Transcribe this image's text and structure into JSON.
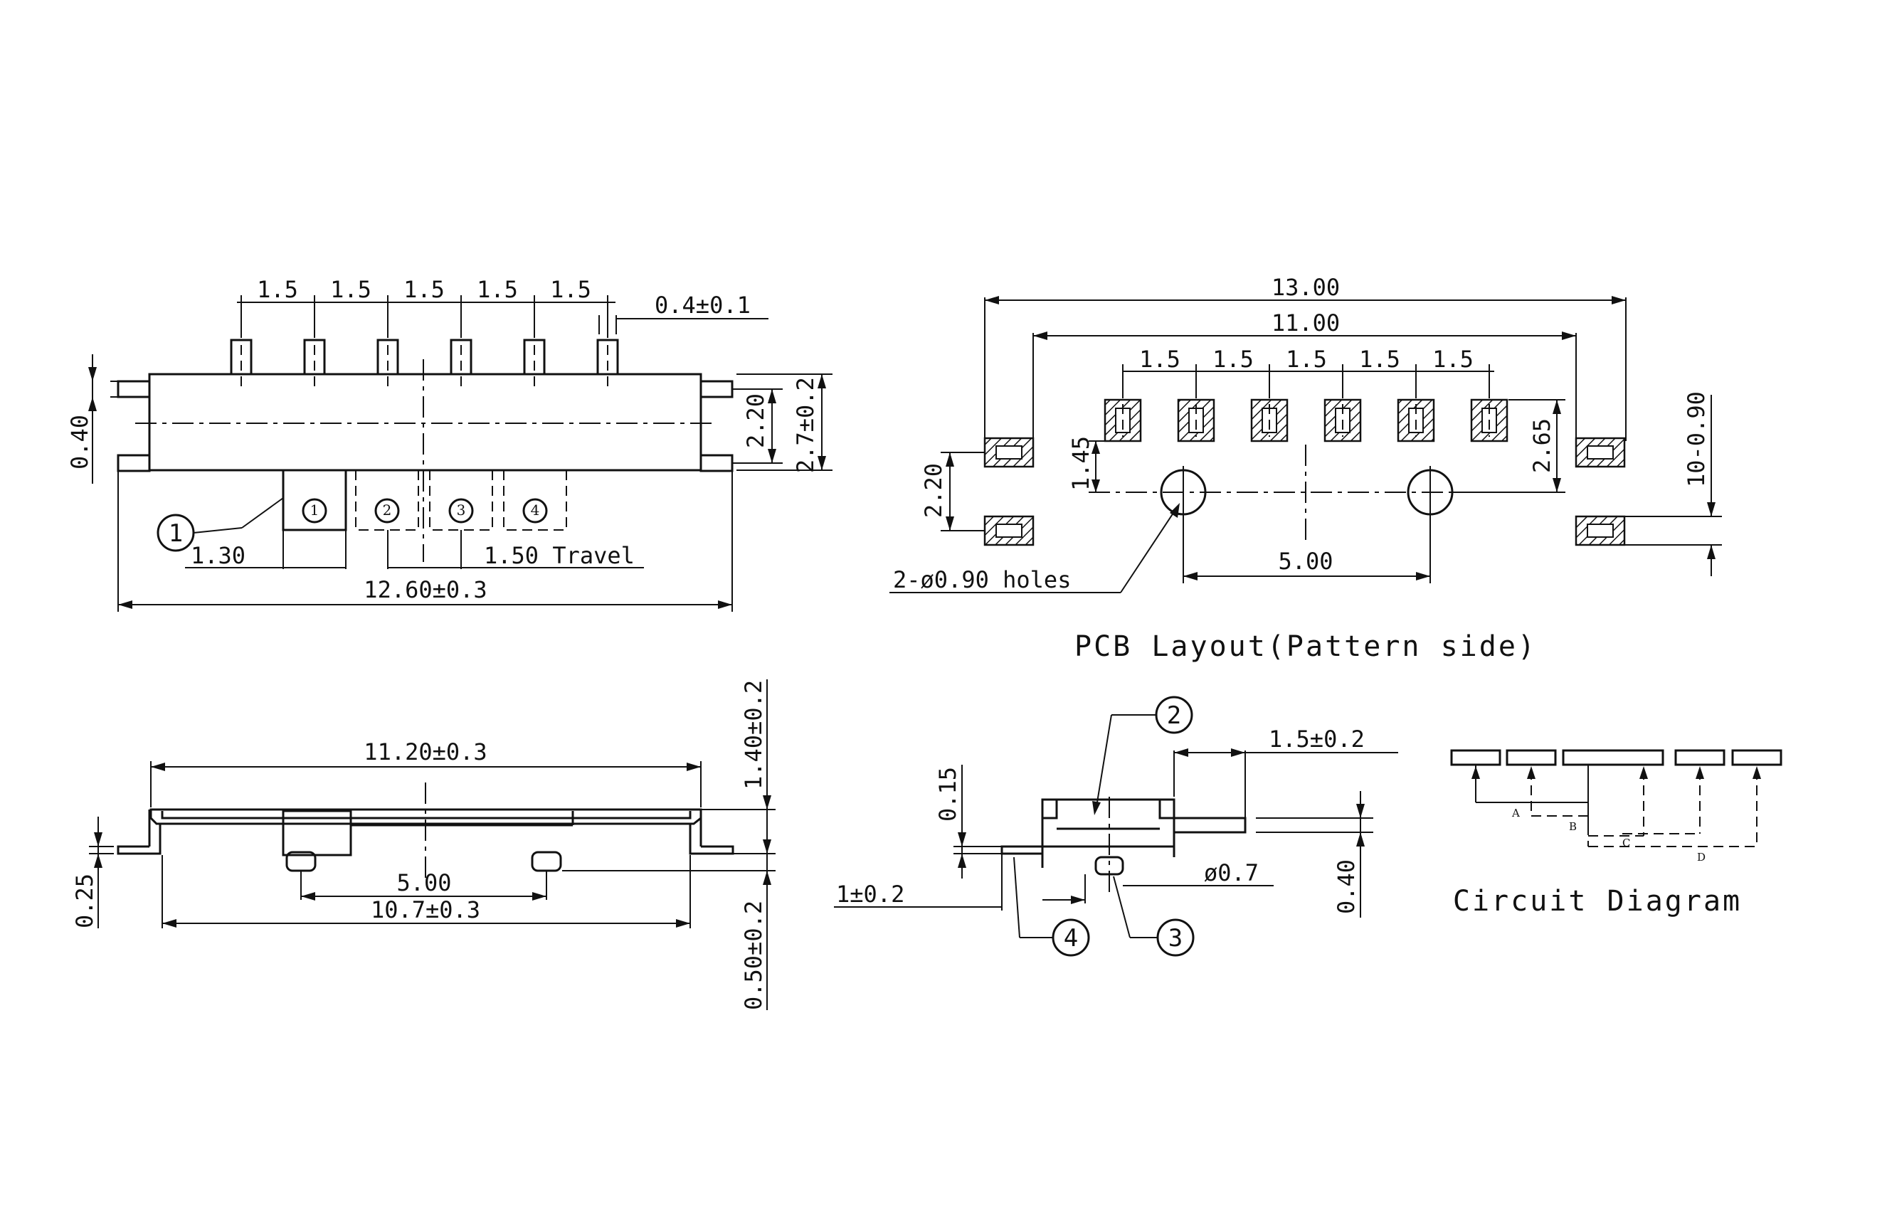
{
  "top_view": {
    "pitch_labels": [
      "1.5",
      "1.5",
      "1.5",
      "1.5",
      "1.5"
    ],
    "pin_width": "0.4±0.1",
    "left_offset": "0.40",
    "inner_height": "2.20",
    "outer_height": "2.7±0.2",
    "positions": [
      "1",
      "2",
      "3",
      "4"
    ],
    "first_offset": "1.30",
    "travel": "1.50 Travel",
    "overall_length": "12.60±0.3"
  },
  "pcb_layout": {
    "outer_span": "13.00",
    "inner_span": "11.00",
    "pitch_labels": [
      "1.5",
      "1.5",
      "1.5",
      "1.5",
      "1.5"
    ],
    "pad_row_offset": "1.45",
    "row_spacing": "2.20",
    "pad_height": "2.65",
    "right_dim": "10-0.90",
    "holes": "2-ø0.90 holes",
    "hole_spacing": "5.00",
    "title": "PCB Layout(Pattern side)"
  },
  "side_view": {
    "body_length": "11.20±0.3",
    "total_height": "1.40±0.2",
    "lead_height": "0.25",
    "post_spacing": "5.00",
    "lead_span": "10.7±0.3",
    "bottom_height": "0.50±0.2"
  },
  "end_view": {
    "callouts": [
      "2",
      "4",
      "3"
    ],
    "knob_length": "1.5±0.2",
    "top_dim": "0.15",
    "lead_dim": "1±0.2",
    "post_dia": "ø0.7",
    "right_dim": "0.40"
  },
  "circuit": {
    "title": "Circuit Diagram",
    "letters": [
      "A",
      "B",
      "C",
      "D"
    ]
  }
}
